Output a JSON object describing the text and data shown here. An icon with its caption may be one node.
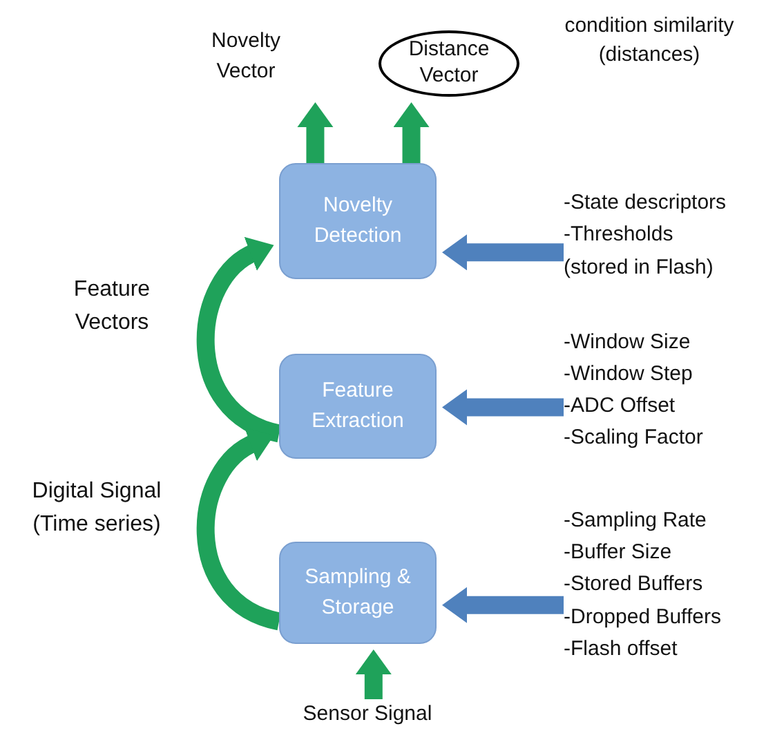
{
  "diagram": {
    "nodes": [
      {
        "text": [
          "Novelty Vector"
        ]
      },
      {
        "text": [
          "Distance Vector"
        ]
      },
      {
        "text": [
          "Novelty Detection"
        ]
      },
      {
        "text": [
          "Feature Extraction"
        ]
      },
      {
        "text": [
          "Sampling & Storage"
        ]
      },
      {
        "text": [
          "Sensor Signal"
        ]
      },
      {
        "text": [
          "-State descriptors",
          "-Thresholds",
          "(stored in Flash)"
        ]
      },
      {
        "text": [
          "-Window Size",
          "-Window Step",
          "-ADC Offset",
          "-Scaling Factor"
        ]
      },
      {
        "text": [
          "-Sampling Rate",
          "-Buffer Size",
          "-Stored Buffers",
          "-Dropped Buffers",
          "-Flash offset"
        ]
      }
    ],
    "edges": [
      {
        "from": 2,
        "to": 0,
        "arrow": "to"
      },
      {
        "from": 2,
        "to": 1,
        "arrow": "to"
      },
      {
        "from": 3,
        "to": 2,
        "arrow": "to",
        "label": "Feature Vectors"
      },
      {
        "from": 4,
        "to": 3,
        "arrow": "to",
        "label": "Digital Signal (Time series)"
      },
      {
        "from": 5,
        "to": 4,
        "arrow": "to"
      },
      {
        "from": 6,
        "to": 2,
        "arrow": "to",
        "color": "#4f81bd"
      },
      {
        "from": 7,
        "to": 3,
        "arrow": "to",
        "color": "#4f81bd"
      },
      {
        "from": 8,
        "to": 4,
        "arrow": "to",
        "color": "#4f81bd"
      }
    ],
    "labels": [
      "condition similarity (distances)"
    ]
  }
}
